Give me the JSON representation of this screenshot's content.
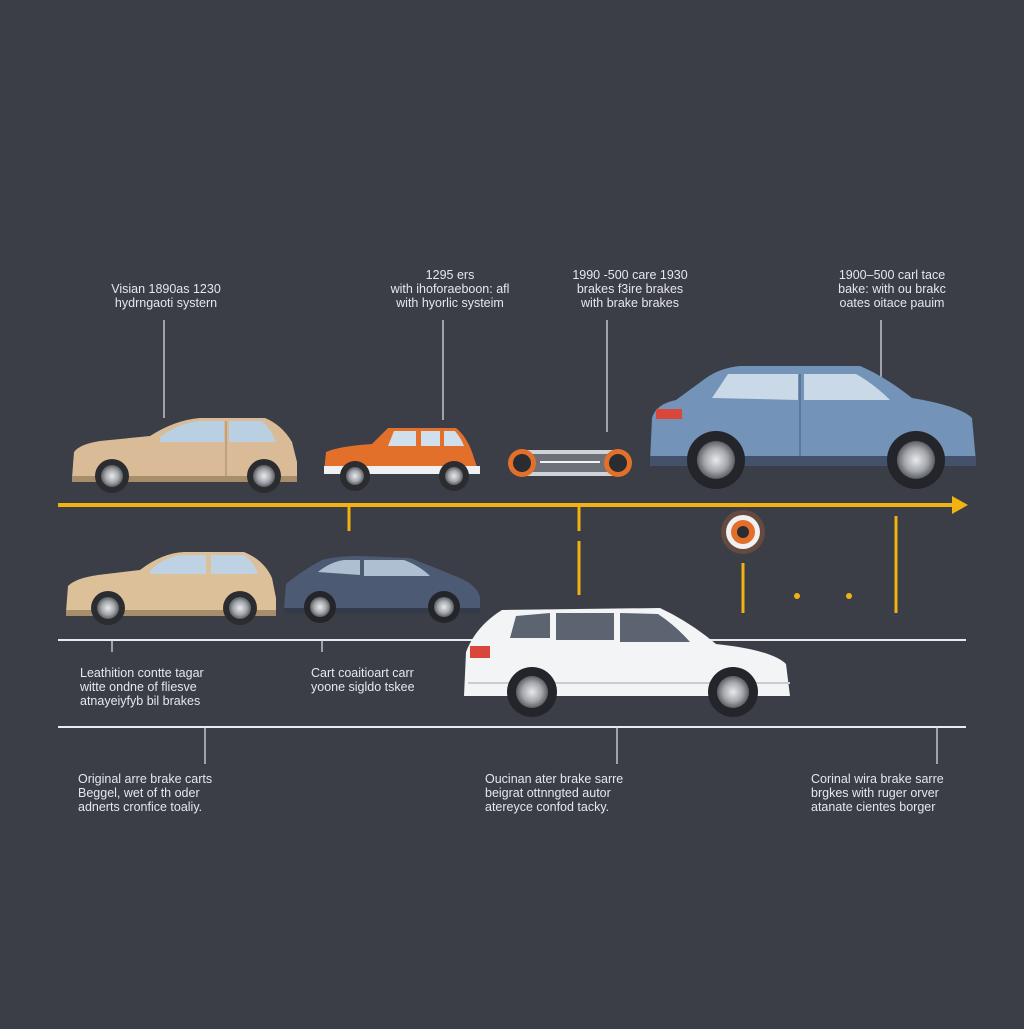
{
  "colors": {
    "background": "#3b3e47",
    "timeline_arrow": "#f2b312",
    "divider_line": "#e9eaee",
    "leader_line": "#d8d9dd",
    "label_text": "#e6e7ea"
  },
  "top_row": {
    "labels": [
      {
        "text": "Visian 1890as 1230\nhydrngaoti systern"
      },
      {
        "text": "1295 ers\nwith ihoforaeboon: afl\nwith hyorlic systeim"
      },
      {
        "text": "1990 -500 care 1930\nbrakes f3ire brakes\nwith brake brakes"
      },
      {
        "text": "1900–500 carl tace\nbake: with ou brakc\noates oitace pauim"
      }
    ],
    "vehicles": [
      {
        "icon": "beige-hatchback-car-icon",
        "color": "#d9bc97"
      },
      {
        "icon": "orange-jeep-icon",
        "color": "#e2702b"
      },
      {
        "icon": "brake-chassis-icon",
        "color": "#cfd2d6"
      },
      {
        "icon": "blue-suv-icon",
        "color": "#7393b8"
      }
    ]
  },
  "middle_row": {
    "vehicles": [
      {
        "icon": "beige-hatchback-car-icon",
        "color": "#dcc099"
      },
      {
        "icon": "navy-hatchback-car-icon",
        "color": "#4d5a73"
      },
      {
        "icon": "white-hatchback-car-icon",
        "color": "#f3f4f6"
      }
    ],
    "extra_icons": [
      {
        "icon": "brake-disc-icon",
        "color": "#e2702b"
      }
    ],
    "labels": [
      {
        "text": "Leathition contte tagar\nwitte ondne of fliesve\natnayeiyfyb bil brakes"
      },
      {
        "text": "Cart coaitioart carr\nyoone sigldo tskee"
      }
    ]
  },
  "bottom_row": {
    "labels": [
      {
        "text": "Original arre brake carts\nBeggel, wet of th oder\nadnerts cronfice toaliy."
      },
      {
        "text": "Oucinan ater brake sarre\nbeigrat ottnngted autor\natereyce confod tacky."
      },
      {
        "text": "Corinal wira brake sarre\nbrgkes with ruger orver\natanate cientes borger"
      }
    ]
  }
}
